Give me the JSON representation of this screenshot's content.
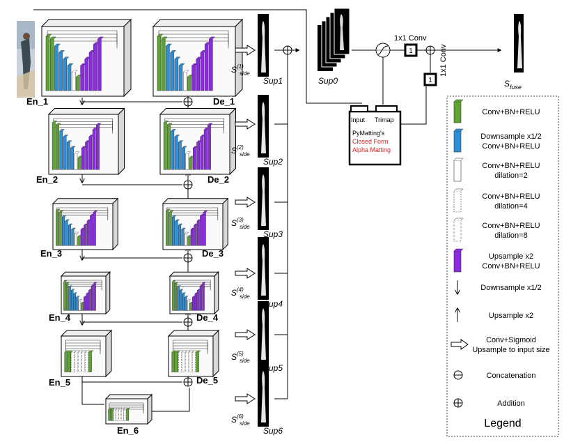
{
  "colors": {
    "conv": "#5fa433",
    "down": "#2f8fd6",
    "up": "#8a2be2",
    "red_text": "#d21f1f"
  },
  "encoders": [
    {
      "label": "En_1"
    },
    {
      "label": "En_2"
    },
    {
      "label": "En_3"
    },
    {
      "label": "En_4"
    },
    {
      "label": "En_5"
    },
    {
      "label": "En_6"
    }
  ],
  "decoders": [
    {
      "label": "De_1"
    },
    {
      "label": "De_2"
    },
    {
      "label": "De_3"
    },
    {
      "label": "De_4"
    },
    {
      "label": "De_5"
    }
  ],
  "side_outputs": [
    {
      "sup": "Sup1",
      "s": "S",
      "sup_idx": "(1)",
      "sub": "side"
    },
    {
      "sup": "Sup2",
      "s": "S",
      "sup_idx": "(2)",
      "sub": "side"
    },
    {
      "sup": "Sup3",
      "s": "S",
      "sup_idx": "(3)",
      "sub": "side"
    },
    {
      "sup": "Sup4",
      "s": "S",
      "sup_idx": "(4)",
      "sub": "side"
    },
    {
      "sup": "Sup5",
      "s": "S",
      "sup_idx": "(5)",
      "sub": "side"
    },
    {
      "sup": "Sup6",
      "s": "S",
      "sup_idx": "(6)",
      "sub": "side"
    }
  ],
  "right": {
    "sup0": "Sup0",
    "conv1x1_top": "1x1 Conv",
    "conv1x1_side": "1x1 Conv",
    "one_a": "1",
    "one_b": "1",
    "fuse_s": "S",
    "fuse_sub": "fuse",
    "pm_input": "Input",
    "pm_trimap": "Trimap",
    "pm_line1": "PyMatting's",
    "pm_line2": "Closed Form",
    "pm_line3": "Alpha Matting"
  },
  "legend": {
    "title": "Legend",
    "items": [
      {
        "lines": [
          "Conv+BN+RELU"
        ]
      },
      {
        "lines": [
          "Downsample x1/2",
          "Conv+BN+RELU"
        ]
      },
      {
        "lines": [
          "Conv+BN+RELU",
          "dilation=2"
        ]
      },
      {
        "lines": [
          "Conv+BN+RELU",
          "dilation=4"
        ]
      },
      {
        "lines": [
          "Conv+BN+RELU",
          "dilation=8"
        ]
      },
      {
        "lines": [
          "Upsample x2",
          "Conv+BN+RELU"
        ]
      },
      {
        "lines": [
          "Downsample x1/2"
        ]
      },
      {
        "lines": [
          "Upsample x2"
        ]
      },
      {
        "lines": [
          "Conv+Sigmoid",
          "Upsample to input size"
        ]
      },
      {
        "lines": [
          "Concatenation"
        ]
      },
      {
        "lines": [
          "Addition"
        ]
      }
    ]
  }
}
